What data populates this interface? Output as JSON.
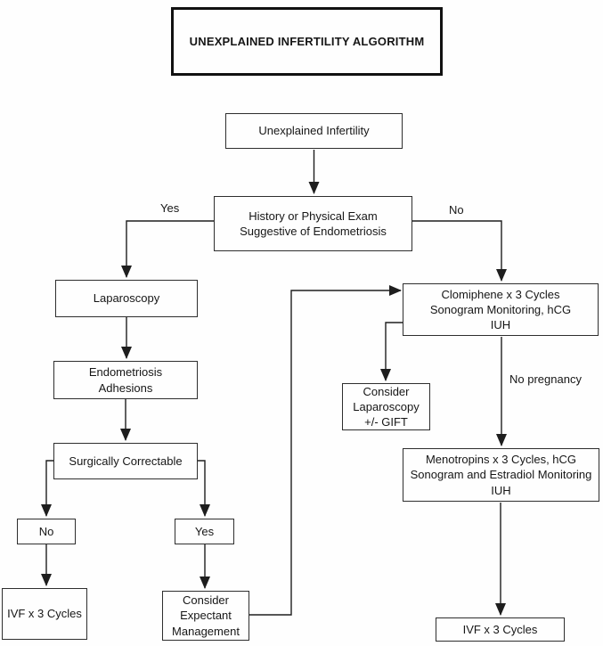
{
  "title": "UNEXPLAINED INFERTILITY ALGORITHM",
  "nodes": {
    "unexplained_infertility": "Unexplained Infertility",
    "history_exam": "History or Physical Exam\nSuggestive of Endometriosis",
    "laparoscopy": "Laparoscopy",
    "endometriosis_adhesions": "Endometriosis\nAdhesions",
    "surgically_correctable": "Surgically Correctable",
    "no_branch": "No",
    "yes_branch": "Yes",
    "ivf_left": "IVF x 3 Cycles",
    "consider_expectant": "Consider\nExpectant\nManagement",
    "clomiphene": "Clomiphene x 3 Cycles\nSonogram Monitoring, hCG\nIUH",
    "consider_laparoscopy": "Consider\nLaparoscopy\n+/- GIFT",
    "menotropins": "Menotropins x 3 Cycles, hCG\nSonogram and Estradiol Monitoring\nIUH",
    "ivf_right": "IVF x 3 Cycles"
  },
  "edge_labels": {
    "yes": "Yes",
    "no": "No",
    "no_pregnancy": "No pregnancy"
  },
  "colors": {
    "line": "#1e1e1e",
    "border": "#2e2e2e",
    "background": "#fefefe"
  }
}
